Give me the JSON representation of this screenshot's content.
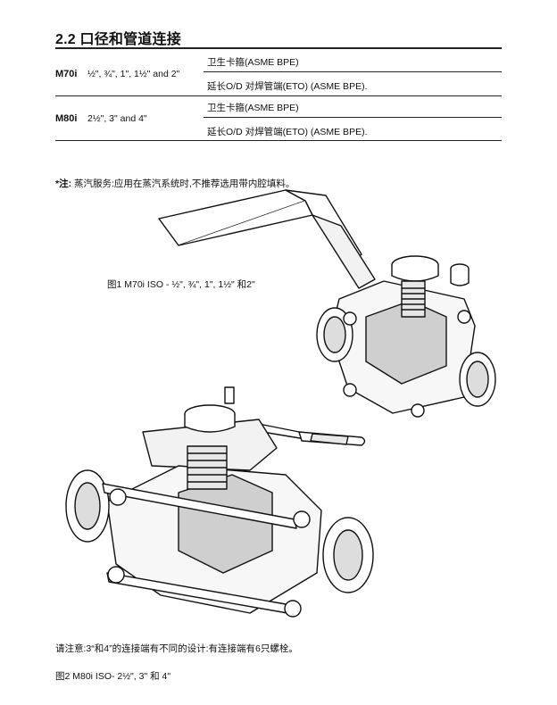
{
  "section_title": "2.2 口径和管道连接",
  "table": {
    "rows": [
      {
        "model": "M70i",
        "sizes": "½\", ¾\", 1\", 1½\" and 2\"",
        "connections": [
          "卫生卡箍(ASME BPE)",
          "延长O/D 对焊管端(ETO) (ASME BPE)."
        ]
      },
      {
        "model": "M80i",
        "sizes": "2½\", 3\" and 4\"",
        "connections": [
          "卫生卡箍(ASME BPE)",
          "延长O/D 对焊管端(ETO) (ASME BPE)."
        ]
      }
    ]
  },
  "note": {
    "label": "*注:",
    "text": " 蒸汽服务:应用在蒸汽系统时,不推荐选用带内腔填料。"
  },
  "figure1_caption": "图1 M70i ISO - ½\", ¾\", 1\", 1½\" 和2\"",
  "bolt_note": "请注意:3“和4”的连接端有不同的设计:有连接端有6只螺栓。",
  "figure2_caption": "图2 M80i ISO- 2½\", 3\" 和 4\""
}
